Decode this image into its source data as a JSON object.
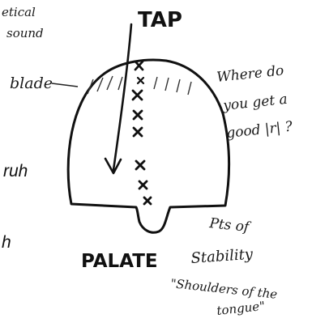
{
  "labels": {
    "top_left_line1": "etical",
    "top_left_line2": "sound",
    "tap": "TAP",
    "blade": "blade",
    "where_line1": "Where do",
    "where_line2": "you get a",
    "where_line3": "good |r| ?",
    "ruh": "ruh",
    "h_fragment": "h",
    "palate": "PALATE",
    "pts_line1": "Pts of",
    "pts_line2": "Stability",
    "quote_line1": "\"Shoulders of the",
    "quote_line2": "tongue\""
  },
  "marks": {
    "symbol": "×",
    "count": 8
  }
}
